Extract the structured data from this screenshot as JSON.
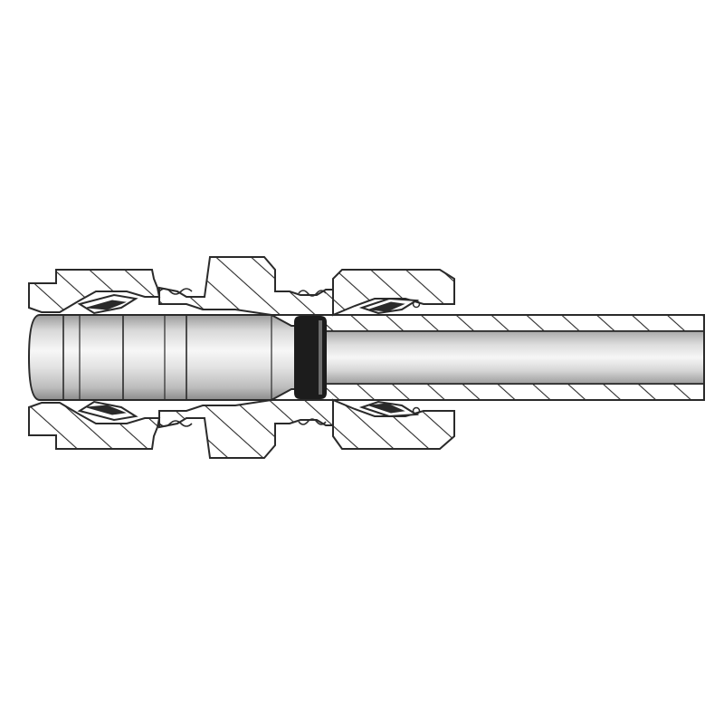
{
  "figure": {
    "subject": "bulkhead-reducer-tube-fitting-cross-section",
    "components": [
      {
        "name": "left-nut",
        "kind": "hatched-section"
      },
      {
        "name": "left-ferrules",
        "kind": "hatched-section"
      },
      {
        "name": "center-body",
        "kind": "hatched-section"
      },
      {
        "name": "right-nut",
        "kind": "hatched-section"
      },
      {
        "name": "right-ferrules",
        "kind": "hatched-section"
      },
      {
        "name": "left-tube-stub",
        "kind": "cylinder"
      },
      {
        "name": "right-tube",
        "kind": "hatched-section-tube"
      },
      {
        "name": "seal-ring",
        "kind": "solid-band"
      }
    ]
  },
  "colors": {
    "background": "#ffffff",
    "outline": "#2a2a2a",
    "hatch": "#2a2a2a",
    "cylinder_dark": "#8f8f8f",
    "cylinder_mid": "#cfcfcf",
    "cylinder_light": "#f4f4f4",
    "seal": "#1c1c1c"
  }
}
